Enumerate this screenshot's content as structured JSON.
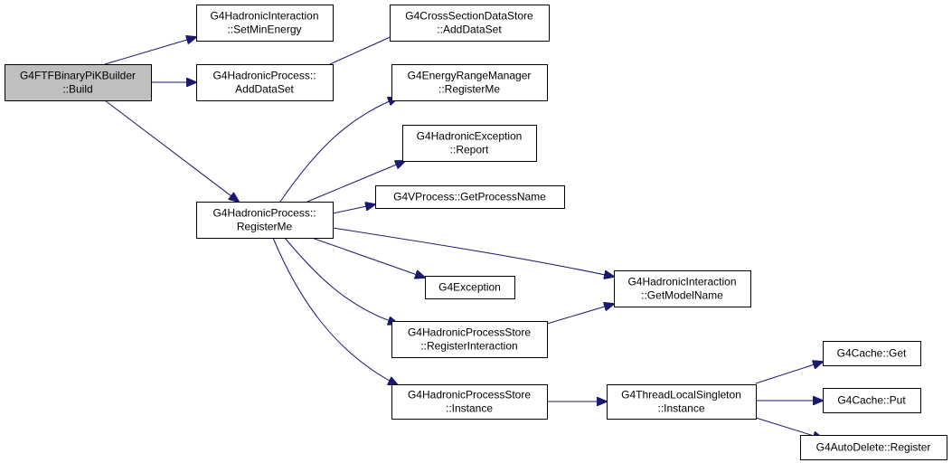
{
  "diagram": {
    "root": "G4FTFBinaryPiKBuilder::Build",
    "colors": {
      "edge": "#191970",
      "node_fill": "#ffffff",
      "root_fill": "#bfbfbf",
      "border": "#000000"
    },
    "nodes": [
      {
        "id": "build",
        "lines": [
          "G4FTFBinaryPiKBuilder",
          "::Build"
        ],
        "highlight": true
      },
      {
        "id": "setminenergy",
        "lines": [
          "G4HadronicInteraction",
          "::SetMinEnergy"
        ]
      },
      {
        "id": "hp_adddataset",
        "lines": [
          "G4HadronicProcess::",
          "AddDataSet"
        ]
      },
      {
        "id": "cs_adddataset",
        "lines": [
          "G4CrossSectionDataStore",
          "::AddDataSet"
        ]
      },
      {
        "id": "hp_registerme",
        "lines": [
          "G4HadronicProcess::",
          "RegisterMe"
        ]
      },
      {
        "id": "erm_registerme",
        "lines": [
          "G4EnergyRangeManager",
          "::RegisterMe"
        ]
      },
      {
        "id": "hexc_report",
        "lines": [
          "G4HadronicException",
          "::Report"
        ]
      },
      {
        "id": "getprocessname",
        "lines": [
          "G4VProcess::GetProcessName"
        ]
      },
      {
        "id": "g4exception",
        "lines": [
          "G4Exception"
        ]
      },
      {
        "id": "getmodelname",
        "lines": [
          "G4HadronicInteraction",
          "::GetModelName"
        ]
      },
      {
        "id": "hps_registerinteraction",
        "lines": [
          "G4HadronicProcessStore",
          "::RegisterInteraction"
        ]
      },
      {
        "id": "hps_instance",
        "lines": [
          "G4HadronicProcessStore",
          "::Instance"
        ]
      },
      {
        "id": "tls_instance",
        "lines": [
          "G4ThreadLocalSingleton",
          "::Instance"
        ]
      },
      {
        "id": "cache_get",
        "lines": [
          "G4Cache::Get"
        ]
      },
      {
        "id": "cache_put",
        "lines": [
          "G4Cache::Put"
        ]
      },
      {
        "id": "autodelete_register",
        "lines": [
          "G4AutoDelete::Register"
        ]
      }
    ],
    "edges": [
      {
        "from": "build",
        "to": "setminenergy"
      },
      {
        "from": "build",
        "to": "hp_adddataset"
      },
      {
        "from": "build",
        "to": "hp_registerme"
      },
      {
        "from": "hp_adddataset",
        "to": "cs_adddataset"
      },
      {
        "from": "hp_registerme",
        "to": "erm_registerme"
      },
      {
        "from": "hp_registerme",
        "to": "hexc_report"
      },
      {
        "from": "hp_registerme",
        "to": "getprocessname"
      },
      {
        "from": "hp_registerme",
        "to": "g4exception"
      },
      {
        "from": "hp_registerme",
        "to": "getmodelname"
      },
      {
        "from": "hp_registerme",
        "to": "hps_registerinteraction"
      },
      {
        "from": "hp_registerme",
        "to": "hps_instance"
      },
      {
        "from": "hps_registerinteraction",
        "to": "getmodelname"
      },
      {
        "from": "hps_instance",
        "to": "tls_instance"
      },
      {
        "from": "tls_instance",
        "to": "cache_get"
      },
      {
        "from": "tls_instance",
        "to": "cache_put"
      },
      {
        "from": "tls_instance",
        "to": "autodelete_register"
      }
    ]
  }
}
